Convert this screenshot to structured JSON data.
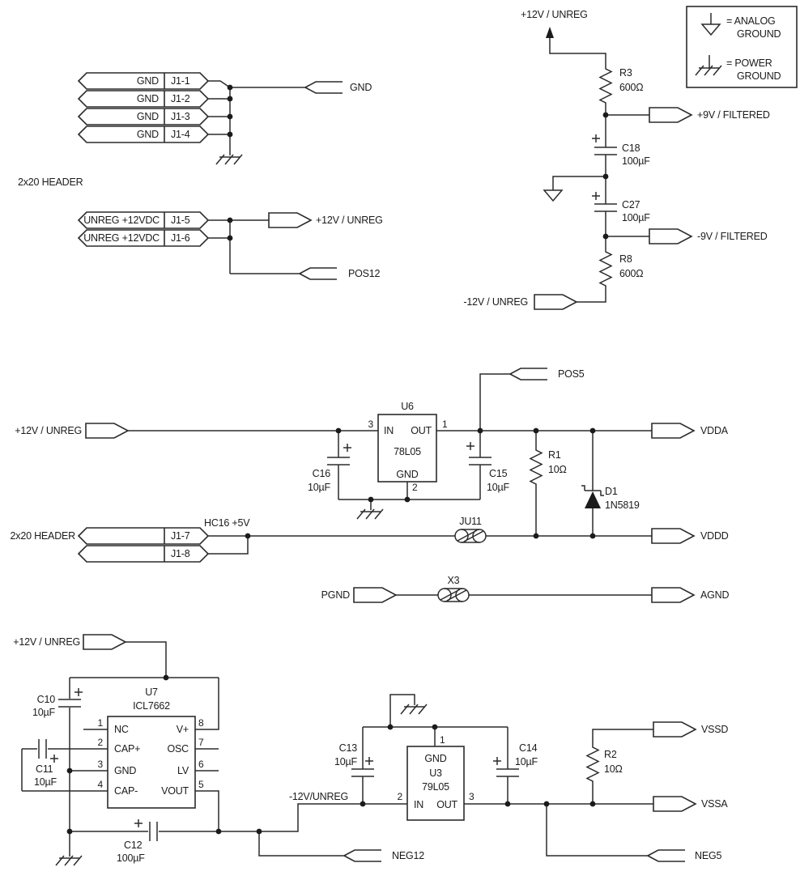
{
  "colors": {
    "ink": "#1b1b1b",
    "background": "#ffffff"
  },
  "header_label": "2x20 HEADER",
  "connectors": {
    "gnd_pins": [
      {
        "name": "GND",
        "pin": "J1-1"
      },
      {
        "name": "GND",
        "pin": "J1-2"
      },
      {
        "name": "GND",
        "pin": "J1-3"
      },
      {
        "name": "GND",
        "pin": "J1-4"
      }
    ],
    "unreg_pins": [
      {
        "name": "UNREG +12VDC",
        "pin": "J1-5"
      },
      {
        "name": "UNREG +12VDC",
        "pin": "J1-6"
      }
    ],
    "aux_pins": [
      {
        "pin": "J1-7"
      },
      {
        "pin": "J1-8"
      }
    ]
  },
  "nets": {
    "gnd": "GND",
    "p12v_unreg": "+12V / UNREG",
    "pos12": "POS12",
    "p9v_filtered": "+9V / FILTERED",
    "n9v_filtered": "-9V / FILTERED",
    "n12v_unreg": "-12V / UNREG",
    "n12v_unreg_compact": "-12V/UNREG",
    "pos5": "POS5",
    "vdda": "VDDA",
    "vddd": "VDDD",
    "pgnd": "PGND",
    "agnd": "AGND",
    "hc16_5v": "HC16 +5V",
    "neg12": "NEG12",
    "neg5": "NEG5",
    "vssd": "VSSD",
    "vssa": "VSSA"
  },
  "components": {
    "r3": {
      "ref": "R3",
      "value": "600Ω"
    },
    "r8": {
      "ref": "R8",
      "value": "600Ω"
    },
    "r1": {
      "ref": "R1",
      "value": "10Ω"
    },
    "r2": {
      "ref": "R2",
      "value": "10Ω"
    },
    "c18": {
      "ref": "C18",
      "value": "100µF"
    },
    "c27": {
      "ref": "C27",
      "value": "100µF"
    },
    "c16": {
      "ref": "C16",
      "value": "10µF"
    },
    "c15": {
      "ref": "C15",
      "value": "10µF"
    },
    "c10": {
      "ref": "C10",
      "value": "10µF"
    },
    "c11": {
      "ref": "C11",
      "value": "10µF"
    },
    "c12": {
      "ref": "C12",
      "value": "100µF"
    },
    "c13": {
      "ref": "C13",
      "value": "10µF"
    },
    "c14": {
      "ref": "C14",
      "value": "10µF"
    },
    "d1": {
      "ref": "D1",
      "value": "1N5819"
    },
    "ju11": {
      "ref": "JU11"
    },
    "x3": {
      "ref": "X3"
    },
    "u6": {
      "ref": "U6",
      "part": "78L05",
      "in_pin": {
        "num": "3",
        "label": "IN"
      },
      "out_pin": {
        "num": "1",
        "label": "OUT"
      },
      "gnd_pin": {
        "num": "2",
        "label": "GND"
      }
    },
    "u3": {
      "ref": "U3",
      "part": "79L05",
      "gnd_pin": {
        "num": "1",
        "label": "GND"
      },
      "in_pin": {
        "num": "2",
        "label": "IN"
      },
      "out_pin": {
        "num": "3",
        "label": "OUT"
      }
    },
    "u7": {
      "ref": "U7",
      "part": "ICL7662",
      "left_pins": [
        {
          "num": "1",
          "label": "NC"
        },
        {
          "num": "2",
          "label": "CAP+"
        },
        {
          "num": "3",
          "label": "GND"
        },
        {
          "num": "4",
          "label": "CAP-"
        }
      ],
      "right_pins": [
        {
          "num": "8",
          "label": "V+"
        },
        {
          "num": "7",
          "label": "OSC"
        },
        {
          "num": "6",
          "label": "LV"
        },
        {
          "num": "5",
          "label": "VOUT"
        }
      ]
    }
  },
  "legend": {
    "analog_eq": "= ANALOG",
    "analog_word": "GROUND",
    "power_eq": "= POWER",
    "power_word": "GROUND"
  }
}
